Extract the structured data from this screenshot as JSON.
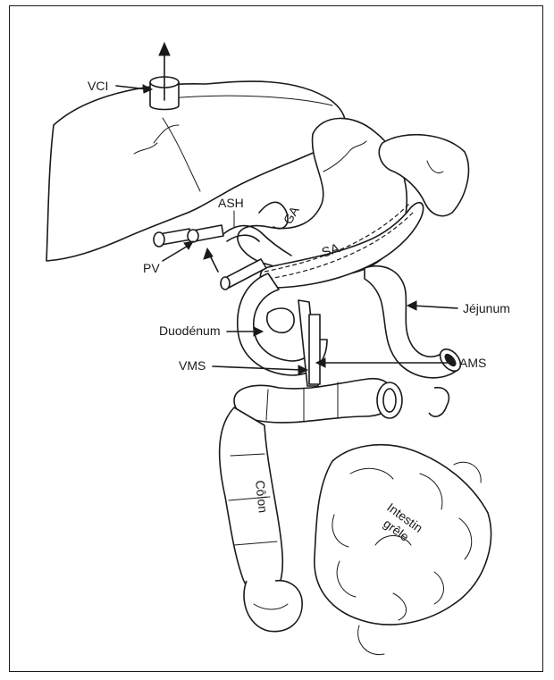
{
  "figure": {
    "labels": {
      "vci": "VCI",
      "ash": "ASH",
      "ga": "GA",
      "sa": "SA",
      "pv": "PV",
      "jejunum": "Jéjunum",
      "duodenum": "Duodénum",
      "ams": "AMS",
      "vms": "VMS",
      "colon": "Côlon",
      "intestin": "Intestin",
      "grele": "grêle"
    }
  }
}
